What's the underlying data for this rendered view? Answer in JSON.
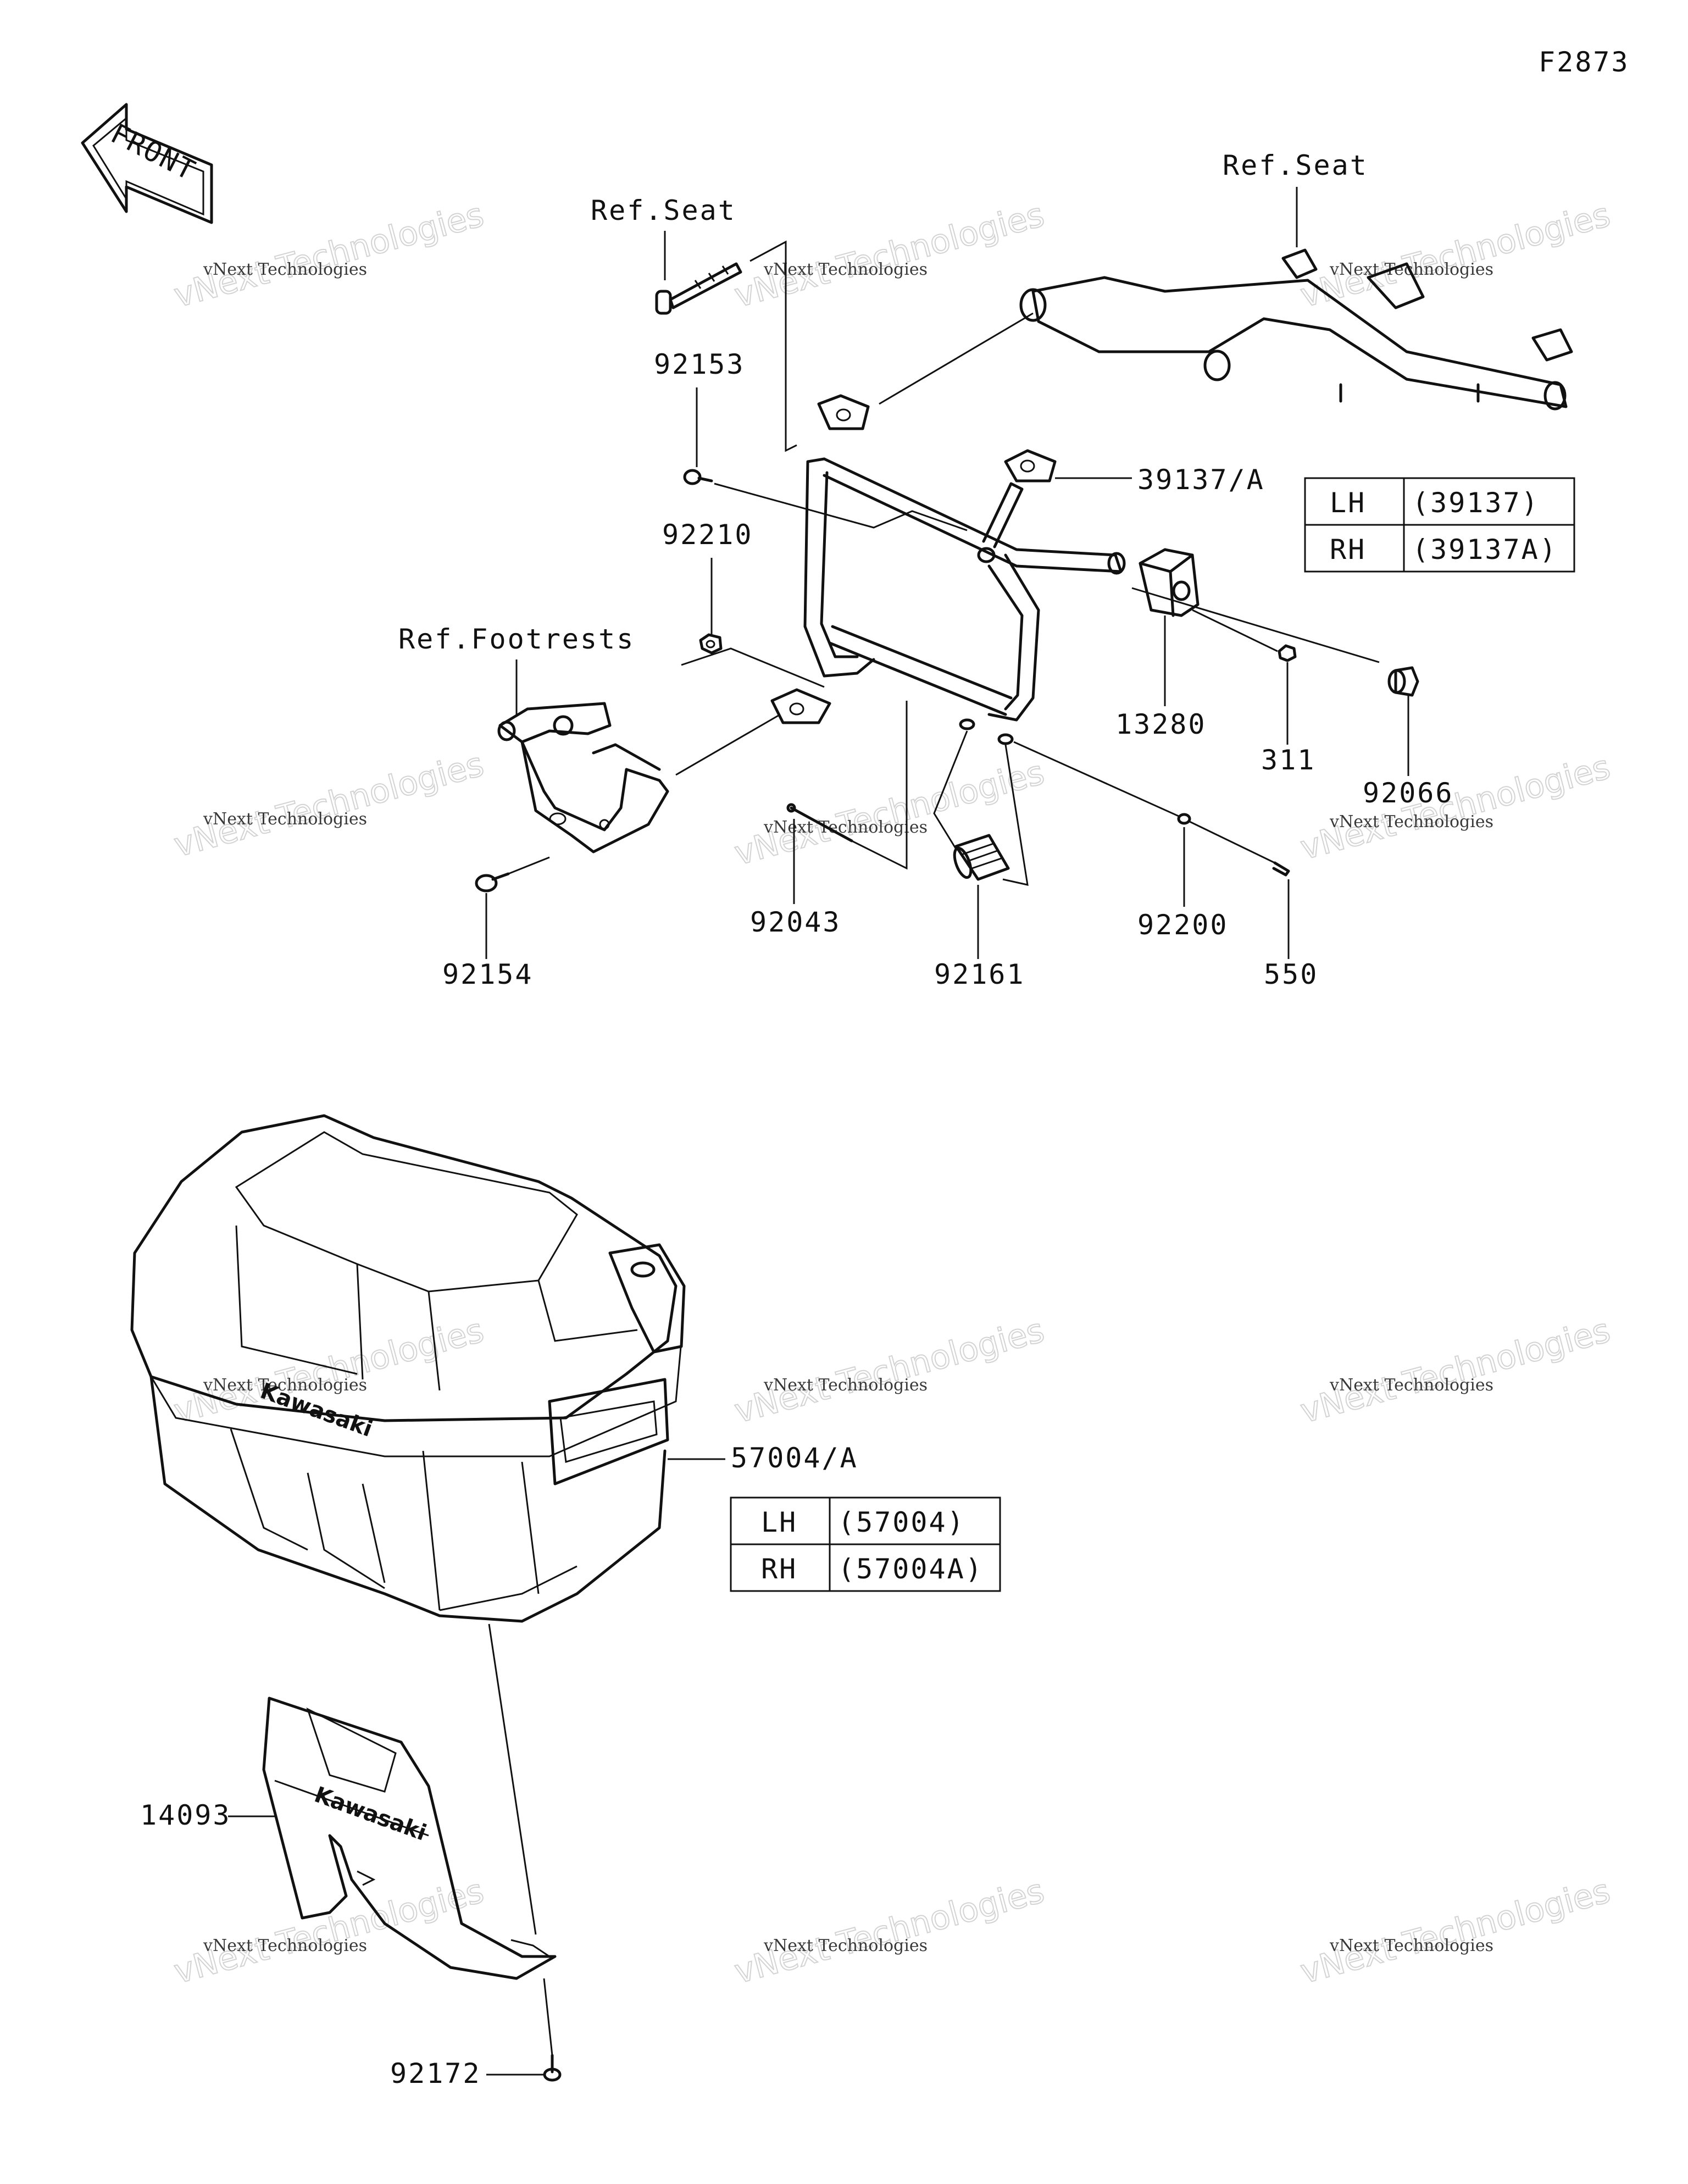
{
  "figure_id": "F2873",
  "front_arrow": {
    "text": "FRONT",
    "icon": "front-direction-arrow-icon"
  },
  "refs": {
    "seat_top": "Ref.Seat",
    "seat_right": "Ref.Seat",
    "footrests": "Ref.Footrests"
  },
  "part_labels": {
    "p92153": "92153",
    "p39137A": "39137/A",
    "p92210": "92210",
    "p13280": "13280",
    "p311": "311",
    "p92066": "92066",
    "p92043": "92043",
    "p92154": "92154",
    "p92161": "92161",
    "p92200": "92200",
    "p550": "550",
    "p57004A": "57004/A",
    "p14093": "14093",
    "p92172": "92172"
  },
  "table_bracket": {
    "rows": [
      {
        "side": "LH",
        "part": "(39137)"
      },
      {
        "side": "RH",
        "part": "(39137A)"
      }
    ]
  },
  "table_case": {
    "rows": [
      {
        "side": "LH",
        "part": "(57004)"
      },
      {
        "side": "RH",
        "part": "(57004A)"
      }
    ]
  },
  "watermark": {
    "line1": "vNext Technologies",
    "line2": "vNext Technologies"
  },
  "embossed_brand": "Kawasaki"
}
